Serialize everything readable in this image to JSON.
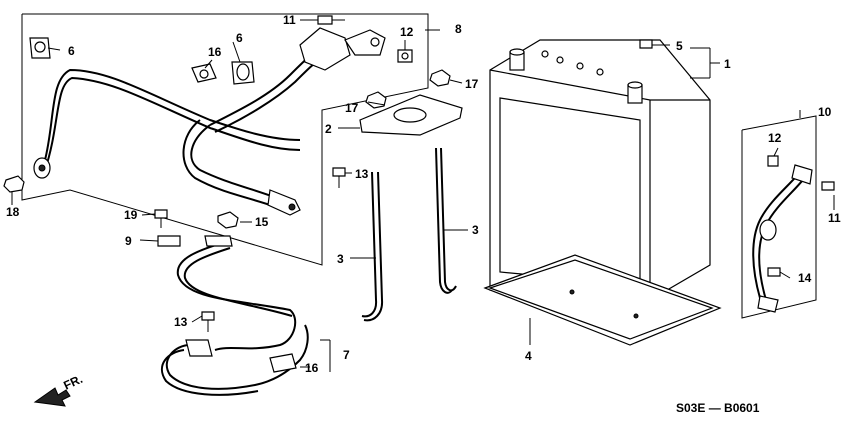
{
  "diagram": {
    "code": "S03E — B0601",
    "direction_label": "FR.",
    "callouts": {
      "n1": "1",
      "n2": "2",
      "n3a": "3",
      "n3b": "3",
      "n4": "4",
      "n5": "5",
      "n6a": "6",
      "n6b": "6",
      "n7": "7",
      "n8": "8",
      "n9": "9",
      "n10": "10",
      "n11a": "11",
      "n11b": "11",
      "n12a": "12",
      "n12b": "12",
      "n13a": "13",
      "n13b": "13",
      "n14": "14",
      "n15": "15",
      "n16a": "16",
      "n16b": "16",
      "n17a": "17",
      "n17b": "17",
      "n18": "18",
      "n19": "19"
    }
  }
}
